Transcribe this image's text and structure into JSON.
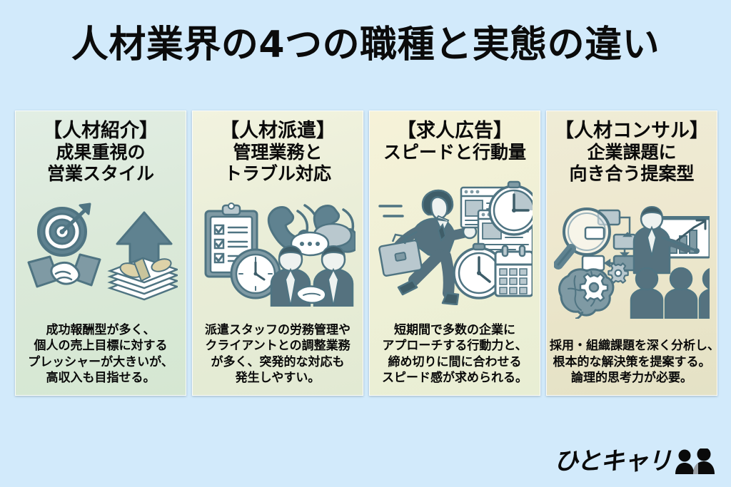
{
  "page": {
    "title": "人材業界の4つの職種と実態の違い",
    "background_color": "#d2eafb",
    "text_color": "#0a0a0a"
  },
  "cards": [
    {
      "accent": "#e2eee4",
      "title": "【人材紹介】",
      "subtitle_lines": [
        "成果重視の",
        "営業スタイル"
      ],
      "icons": [
        "target-arrow-icon",
        "handshake-icon",
        "up-arrow-icon",
        "money-stack-icon"
      ],
      "body_lines": [
        "成功報酬型が多く、",
        "個人の売上目標に対する",
        "プレッシャーが大きいが、",
        "高収入も目指せる。"
      ]
    },
    {
      "accent": "#eceed9",
      "title": "【人材派遣】",
      "subtitle_lines": [
        "管理業務と",
        "トラブル対応"
      ],
      "icons": [
        "clipboard-checklist-icon",
        "clock-icon",
        "phone-ringing-icon",
        "speech-bubble-icon",
        "handshake-people-icon"
      ],
      "body_lines": [
        "派遣スタッフの労務管理や",
        "クライアントとの調整業務",
        "が多く、突発的な対応も",
        "発生しやすい。"
      ]
    },
    {
      "accent": "#f1f0d6",
      "title": "【求人広告】",
      "subtitle_lines": [
        "スピードと行動量"
      ],
      "icons": [
        "running-businessman-icon",
        "browser-window-icon",
        "stopwatch-icon",
        "calendar-icon"
      ],
      "body_lines": [
        "短期間で多数の企業に",
        "アプローチする行動力と、",
        "締め切りに間に合わせる",
        "スピード感が求められる。"
      ]
    },
    {
      "accent": "#ece7cd",
      "title": "【人材コンサル】",
      "subtitle_lines": [
        "企業課題に",
        "向き合う提案型"
      ],
      "icons": [
        "magnifier-flowchart-icon",
        "brain-gears-icon",
        "presenter-chart-icon",
        "audience-icon"
      ],
      "body_lines": [
        "採用・組織課題を深く分析し、",
        "根本的な解決策を提案する。",
        "論理的思考力が必要。"
      ]
    }
  ],
  "logo": {
    "text": "ひとキャリ",
    "mark": "two-people-icon"
  }
}
